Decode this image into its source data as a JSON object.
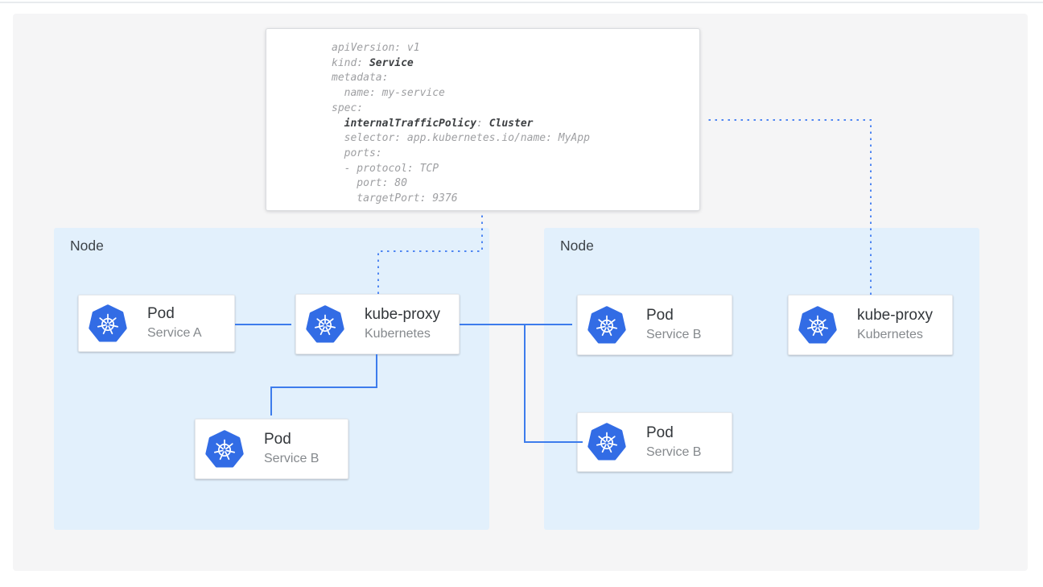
{
  "yaml_card": {
    "lines": [
      {
        "pre": "apiVersion: v1"
      },
      {
        "pre": "kind: ",
        "bold": "Service"
      },
      {
        "pre": "metadata:"
      },
      {
        "pre": "  name: my-service"
      },
      {
        "pre": "spec:"
      },
      {
        "pre": "  ",
        "bold": "internalTrafficPolicy",
        "mid": ": ",
        "bold2": "Cluster"
      },
      {
        "pre": "  selector: app.kubernetes.io/name: MyApp"
      },
      {
        "pre": "  ports:"
      },
      {
        "pre": "  - protocol: TCP"
      },
      {
        "pre": "    port: 80"
      },
      {
        "pre": "    targetPort: 9376"
      }
    ]
  },
  "nodes": {
    "left": {
      "label": "Node"
    },
    "right": {
      "label": "Node"
    }
  },
  "cards": {
    "pod_a": {
      "title": "Pod",
      "subtitle": "Service A"
    },
    "kube_proxy_left": {
      "title": "kube-proxy",
      "subtitle": "Kubernetes"
    },
    "pod_b_left": {
      "title": "Pod",
      "subtitle": "Service B"
    },
    "pod_b_right_top": {
      "title": "Pod",
      "subtitle": "Service B"
    },
    "pod_b_right_bottom": {
      "title": "Pod",
      "subtitle": "Service B"
    },
    "kube_proxy_right": {
      "title": "kube-proxy",
      "subtitle": "Kubernetes"
    }
  },
  "icons": {
    "kubernetes_logo": "kubernetes-helm-wheel"
  },
  "colors": {
    "node_bg": "#e2f0fc",
    "panel_bg": "#f5f5f6",
    "solid_arrow": "#3d7cec",
    "dotted_arrow": "#4f86f2",
    "kubernetes_blue": "#326ce5",
    "yaml_text": "#9e9fa2",
    "yaml_bold": "#3c3f42",
    "card_title": "#33373b",
    "card_subtitle": "#85898d"
  }
}
